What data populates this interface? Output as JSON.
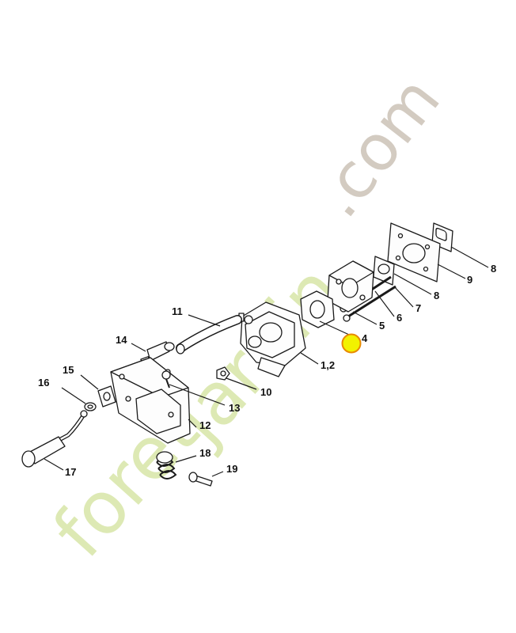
{
  "diagram": {
    "callouts": [
      {
        "id": "c1",
        "label": "8"
      },
      {
        "id": "c2",
        "label": "9"
      },
      {
        "id": "c3",
        "label": "8"
      },
      {
        "id": "c4",
        "label": "7"
      },
      {
        "id": "c5",
        "label": "6"
      },
      {
        "id": "c6",
        "label": "5"
      },
      {
        "id": "c7",
        "label": "4"
      },
      {
        "id": "c8",
        "label": "1,2"
      },
      {
        "id": "c9",
        "label": "11"
      },
      {
        "id": "c10",
        "label": "14"
      },
      {
        "id": "c11",
        "label": "10"
      },
      {
        "id": "c12",
        "label": "15"
      },
      {
        "id": "c13",
        "label": "16"
      },
      {
        "id": "c14",
        "label": "13"
      },
      {
        "id": "c15",
        "label": "12"
      },
      {
        "id": "c16",
        "label": "18"
      },
      {
        "id": "c17",
        "label": "19"
      },
      {
        "id": "c18",
        "label": "17"
      }
    ],
    "highlight_marker": {
      "target_label": "4",
      "fill": "#f2f200",
      "stroke": "#e88a00"
    }
  },
  "watermark": {
    "text_part1": "foret",
    "text_part2": "jardin",
    "text_part3": ".com",
    "colors": {
      "green": "#dde9b4",
      "orange": "#f6cf9c",
      "grey": "#d3cbc1"
    }
  }
}
